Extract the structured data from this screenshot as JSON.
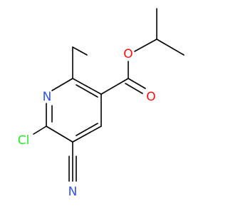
{
  "molecule": {
    "atoms": {
      "ring_n": {
        "label": "N",
        "color": "#3050f8"
      },
      "chlorine": {
        "label": "Cl",
        "color": "#1ff01f"
      },
      "nitrile_n": {
        "label": "N",
        "color": "#3050f8"
      },
      "ester_o_single": {
        "label": "O",
        "color": "#ff0d0d"
      },
      "ester_o_double": {
        "label": "O",
        "color": "#ff0d0d"
      }
    }
  }
}
